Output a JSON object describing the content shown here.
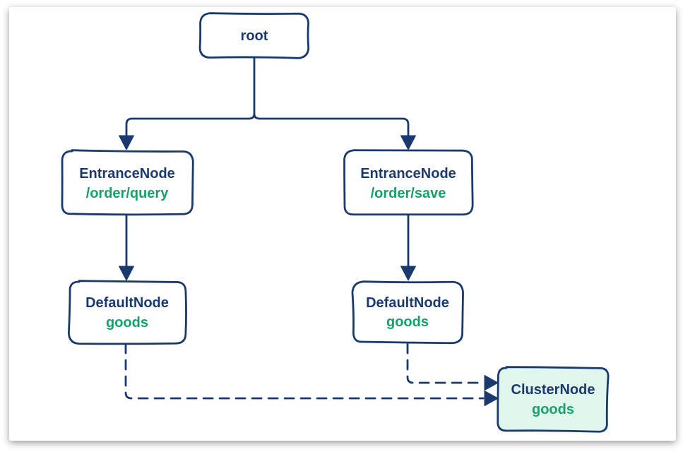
{
  "diagram": {
    "type": "flowchart",
    "colors": {
      "line": "#1a3a6e",
      "green": "#13a368",
      "cluster_fill": "#e1f7ee",
      "canvas": "#ffffff"
    },
    "nodes": {
      "root": {
        "title": "root"
      },
      "entrance_query": {
        "title": "EntranceNode",
        "subtitle": "/order/query"
      },
      "entrance_save": {
        "title": "EntranceNode",
        "subtitle": "/order/save"
      },
      "default_query": {
        "title": "DefaultNode",
        "subtitle": "goods"
      },
      "default_save": {
        "title": "DefaultNode",
        "subtitle": "goods"
      },
      "cluster": {
        "title": "ClusterNode",
        "subtitle": "goods"
      }
    },
    "edges": [
      {
        "from": "root",
        "to": "entrance_query",
        "style": "solid"
      },
      {
        "from": "root",
        "to": "entrance_save",
        "style": "solid"
      },
      {
        "from": "entrance_query",
        "to": "default_query",
        "style": "solid"
      },
      {
        "from": "entrance_save",
        "to": "default_save",
        "style": "solid"
      },
      {
        "from": "default_query",
        "to": "cluster",
        "style": "dashed"
      },
      {
        "from": "default_save",
        "to": "cluster",
        "style": "dashed"
      }
    ]
  }
}
